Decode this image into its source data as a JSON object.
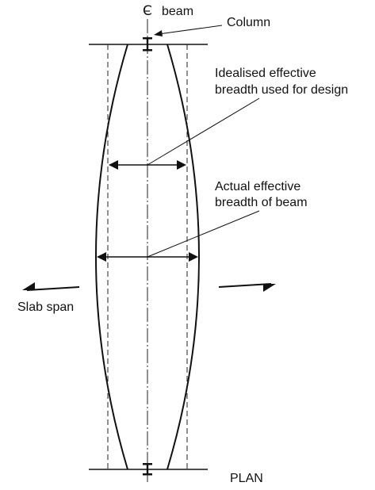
{
  "labels": {
    "centerline_symbol": "C",
    "centerline_text": "beam",
    "column": "Column",
    "idealised_line1": "Idealised effective",
    "idealised_line2": "breadth used for design",
    "actual_line1": "Actual effective",
    "actual_line2": "breadth of beam",
    "slab_span": "Slab span",
    "plan": "PLAN"
  }
}
